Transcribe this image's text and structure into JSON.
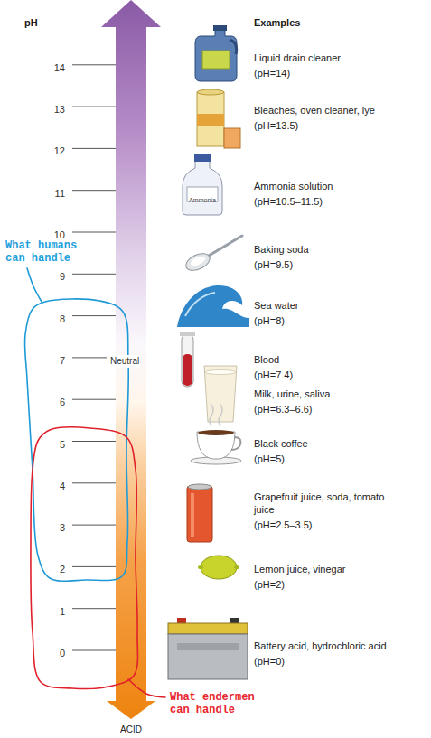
{
  "diagram": {
    "nodes": [
      {
        "text": [
          "What humans can handle"
        ]
      },
      {
        "text": [
          "What endermen can handle"
        ]
      }
    ],
    "labels": [
      "pH",
      "Examples",
      "14",
      "13",
      "12",
      "11",
      "10",
      "9",
      "8",
      "7",
      "6",
      "5",
      "4",
      "3",
      "2",
      "1",
      "0",
      "Neutral",
      "Liquid drain cleaner",
      "(pH=14)",
      "Bleaches, oven cleaner, lye",
      "(pH=13.5)",
      "Ammonia solution",
      "(pH=10.5–11.5)",
      "Baking soda",
      "(pH=9.5)",
      "Sea water",
      "(pH=8)",
      "Blood",
      "(pH=7.4)",
      "Milk, urine, saliva",
      "(pH=6.3–6.6)",
      "Black coffee",
      "(pH=5)",
      "Grapefruit juice, soda, tomato juice",
      "(pH=2.5–3.5)",
      "Lemon juice, vinegar",
      "(pH=2)",
      "Battery acid, hydrochloric acid",
      "(pH=0)",
      "Ammonia",
      "ACID"
    ]
  }
}
